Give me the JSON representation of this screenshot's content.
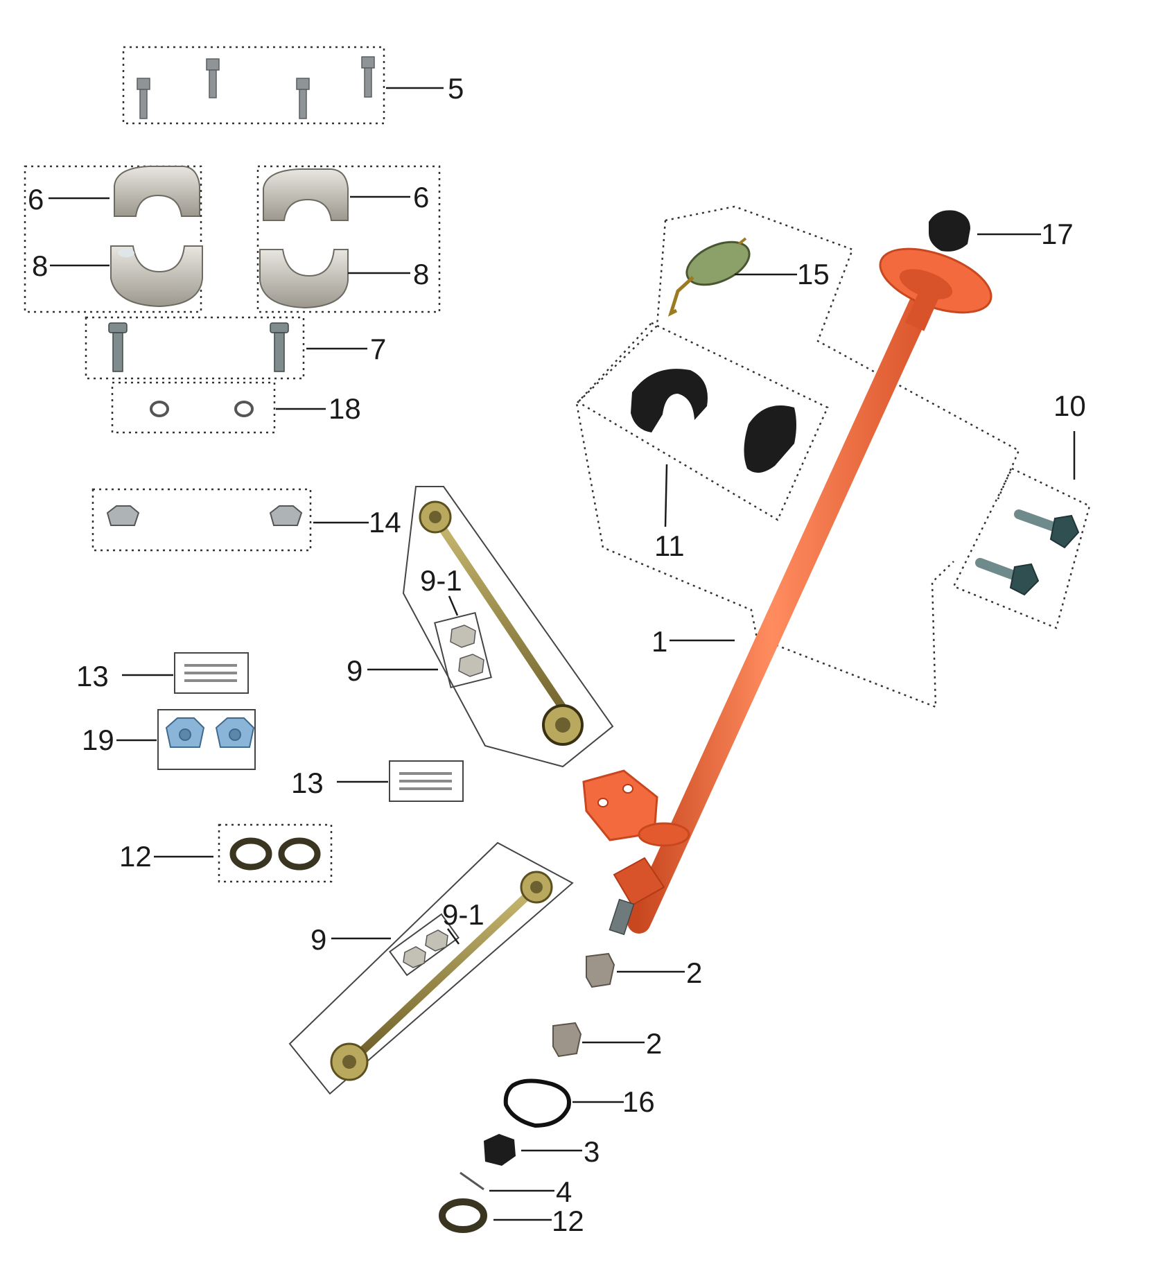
{
  "diagram": {
    "callouts": {
      "c1": "1",
      "c2a": "2",
      "c2b": "2",
      "c3": "3",
      "c4": "4",
      "c5": "5",
      "c6a": "6",
      "c6b": "6",
      "c7": "7",
      "c8a": "8",
      "c8b": "8",
      "c9a": "9",
      "c9b": "9",
      "c91a": "9-1",
      "c91b": "9-1",
      "c10": "10",
      "c11": "11",
      "c12a": "12",
      "c12b": "12",
      "c13a": "13",
      "c13b": "13",
      "c14": "14",
      "c15": "15",
      "c16": "16",
      "c17": "17",
      "c18": "18",
      "c19": "19"
    },
    "colors": {
      "steering_column": "#f26a3d",
      "steering_column_dark": "#c8471f",
      "rubber": "#1c1c1c",
      "metal": "#b9b6ae",
      "brass": "#8a7a3a",
      "zinc": "#8ab4d8"
    },
    "icons": [
      "steering-column-icon",
      "bolt-icon",
      "clamp-icon",
      "tie-rod-icon",
      "nut-icon",
      "washer-icon",
      "bushing-icon",
      "cotter-pin-icon",
      "rubber-cap-icon",
      "lock-plate-icon"
    ]
  }
}
